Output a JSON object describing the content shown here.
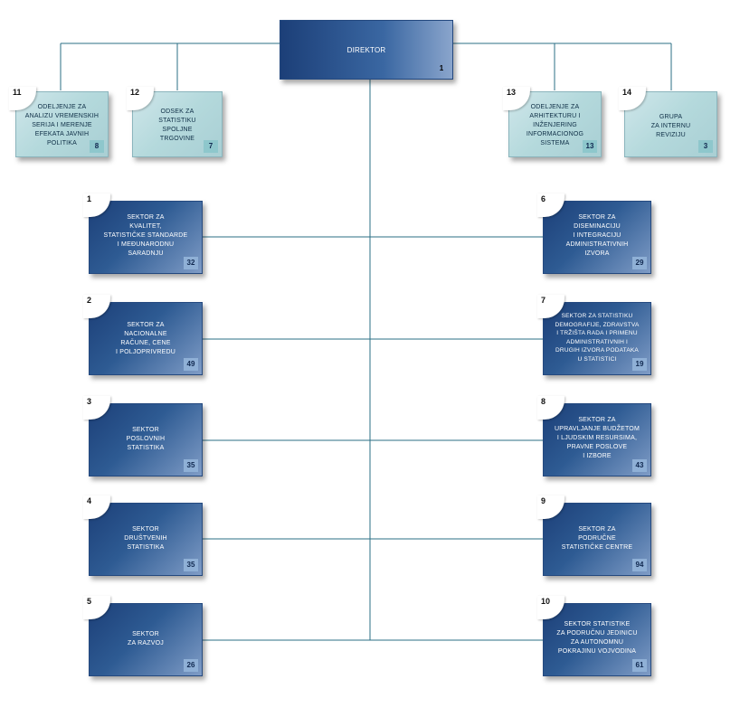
{
  "director": {
    "label": "DIREKTOR",
    "count": "1"
  },
  "top_units": [
    {
      "num": "11",
      "label": "ODELJENJE ZA\nANALIZU VREMENSKIH\nSERIJA I MERENJE\nEFEKATA JAVNIH\nPOLITIKA",
      "count": "8"
    },
    {
      "num": "12",
      "label": "ODSEK ZA\nSTATISTIKU\nSPOLJNE\nTRGOVINE",
      "count": "7"
    },
    {
      "num": "13",
      "label": "ODELJENJE ZA\nARHITEKTURU I\nINŽENJERING\nINFORMACIONOG\nSISTEMA",
      "count": "13"
    },
    {
      "num": "14",
      "label": "GRUPA\nZA INTERNU\nREVIZIJU",
      "count": "3"
    }
  ],
  "left_sectors": [
    {
      "num": "1",
      "label": "SEKTOR ZA\nKVALITET,\nSTATISTIČKE STANDARDE\nI MEĐUNARODNU\nSARADNJU",
      "count": "32"
    },
    {
      "num": "2",
      "label": "SEKTOR ZA\nNACIONALNE\nRAČUNE, CENE\nI POLJOPRIVREDU",
      "count": "49"
    },
    {
      "num": "3",
      "label": "SEKTOR\nPOSLOVNIH\nSTATISTIKA",
      "count": "35"
    },
    {
      "num": "4",
      "label": "SEKTOR\nDRUŠTVENIH\nSTATISTIKA",
      "count": "35"
    },
    {
      "num": "5",
      "label": "SEKTOR\nZA RAZVOJ",
      "count": "26"
    }
  ],
  "right_sectors": [
    {
      "num": "6",
      "label": "SEKTOR ZA\nDISEMINACIJU\nI INTEGRACIJU\nADMINISTRATIVNIH\nIZVORA",
      "count": "29"
    },
    {
      "num": "7",
      "label": "SEKTOR ZA STATISTIKU\nDEMOGRAFIJE, ZDRAVSTVA\nI TRŽIŠTA RADA I PRIMENU\nADMINISTRATIVNIH I\nDRUGIH IZVORA PODATAKA\nU STATISTICI",
      "count": "19"
    },
    {
      "num": "8",
      "label": "SEKTOR ZA\nUPRAVLJANJE BUDŽETOM\nI LJUDSKIM RESURSIMA,\nPRAVNE POSLOVE\nI IZBORE",
      "count": "43"
    },
    {
      "num": "9",
      "label": "SEKTOR ZA\nPODRUČNE\nSTATISTIČKE CENTRE",
      "count": "94"
    },
    {
      "num": "10",
      "label": "SEKTOR STATISTIKE\nZA PODRUČNU JEDINICU\nZA AUTONOMNU\nPOKRAJINU VOJVODINA",
      "count": "61"
    }
  ]
}
